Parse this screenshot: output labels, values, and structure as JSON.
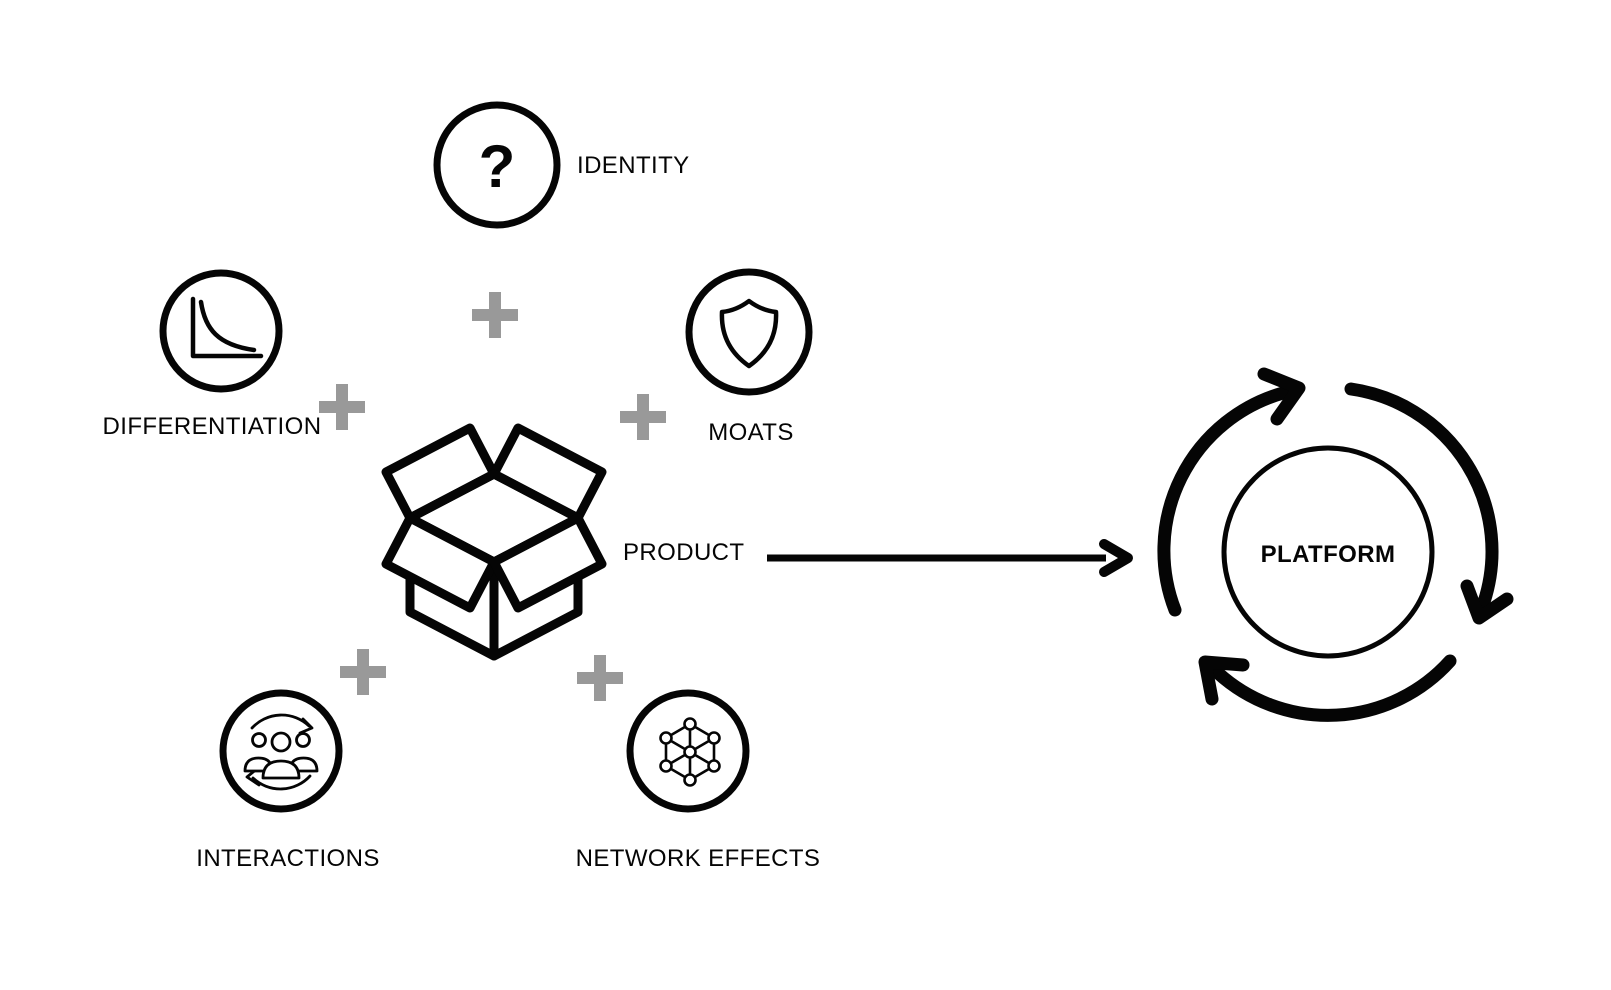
{
  "diagram": {
    "background_color": "#ffffff",
    "ink_color": "#000000",
    "plus_color": "#999999",
    "plus_symbol": "+",
    "icon_symbols": {
      "question_mark": "?"
    },
    "nodes": [
      {
        "id": "identity",
        "label": "IDENTITY",
        "icon": "question-mark-icon"
      },
      {
        "id": "differentiation",
        "label": "DIFFERENTIATION",
        "icon": "declining-curve-chart-icon"
      },
      {
        "id": "moats",
        "label": "MOATS",
        "icon": "shield-icon"
      },
      {
        "id": "product",
        "label": "PRODUCT",
        "icon": "open-box-icon"
      },
      {
        "id": "interactions",
        "label": "INTERACTIONS",
        "icon": "people-group-cycle-icon"
      },
      {
        "id": "network_effects",
        "label": "NETWORK EFFECTS",
        "icon": "network-graph-icon"
      },
      {
        "id": "platform",
        "label": "PLATFORM",
        "icon": "circular-cycle-arrows-icon"
      }
    ],
    "relations": [
      {
        "type": "plus-combination",
        "members": [
          "IDENTITY",
          "DIFFERENTIATION",
          "MOATS",
          "INTERACTIONS",
          "NETWORK EFFECTS"
        ],
        "center": "PRODUCT"
      },
      {
        "type": "arrow",
        "from": "PRODUCT",
        "to": "PLATFORM"
      }
    ]
  }
}
